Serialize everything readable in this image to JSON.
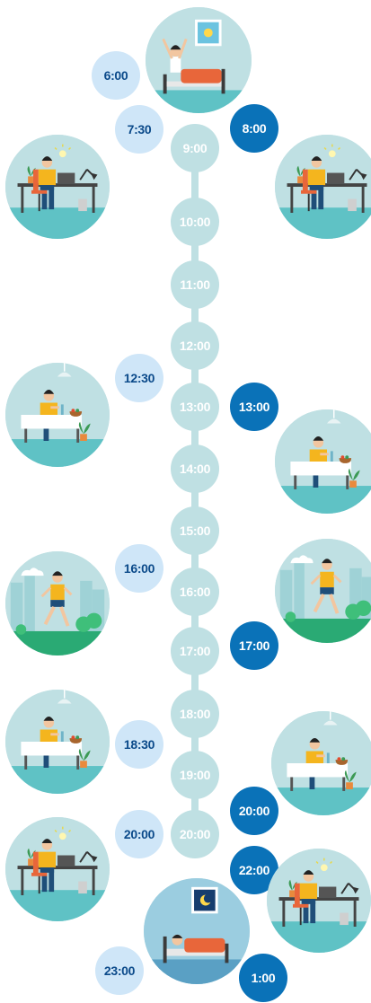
{
  "timeline": {
    "nodes": [
      "9:00",
      "10:00",
      "11:00",
      "12:00",
      "13:00",
      "14:00",
      "15:00",
      "16:00",
      "17:00",
      "18:00",
      "19:00",
      "20:00"
    ]
  },
  "left_times": [
    "6:00",
    "7:30",
    "12:30",
    "16:00",
    "18:30",
    "20:00",
    "23:00"
  ],
  "right_times": [
    "8:00",
    "13:00",
    "17:00",
    "20:00",
    "22:00",
    "1:00"
  ],
  "scenes": {
    "wake": "waking-up-illustration",
    "work": "working-at-desk-illustration",
    "eat": "eating-at-table-illustration",
    "run": "jogging-outdoors-illustration",
    "sleep": "sleeping-in-bed-illustration"
  },
  "colors": {
    "node": "#bfe0e3",
    "light_badge": "#cfe6f8",
    "dark_badge": "#0a72b8",
    "text_dark": "#0b4a8a"
  }
}
